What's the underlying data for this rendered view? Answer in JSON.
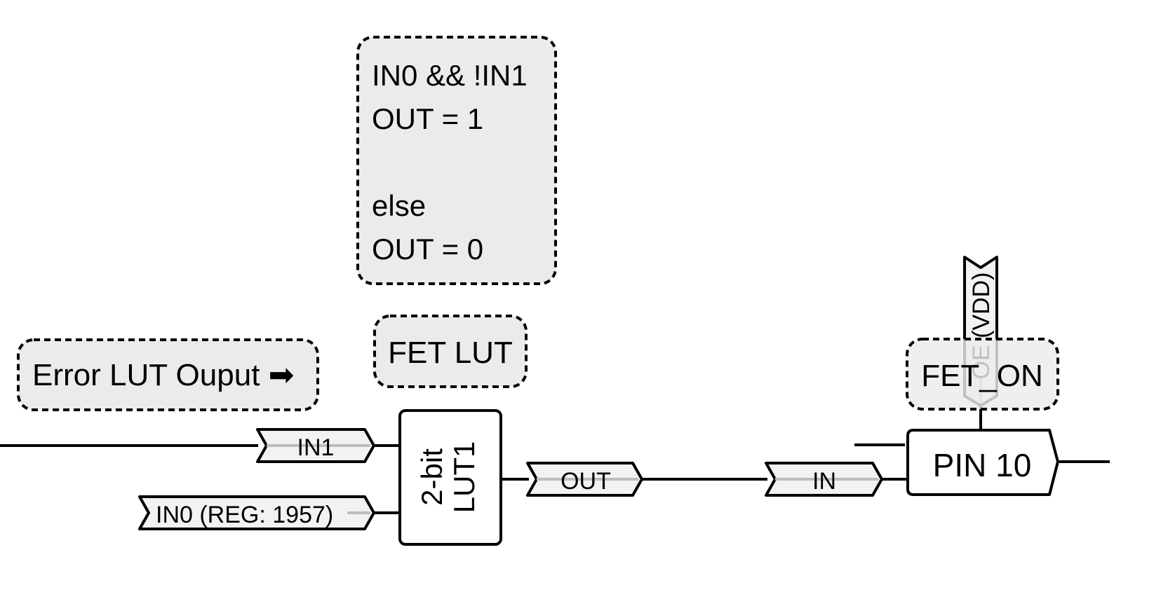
{
  "notes": {
    "logic_lines": [
      "IN0 && !IN1",
      "OUT = 1",
      "",
      "else",
      "OUT = 0"
    ],
    "fet_lut": "FET LUT",
    "error_lut": "Error LUT Ouput ➡",
    "fet_on": "FET_ON"
  },
  "lut": {
    "line1": "2-bit",
    "line2": "LUT1"
  },
  "tags": {
    "in1": "IN1",
    "in0": "IN0 (REG: 1957)",
    "out": "OUT",
    "in": "IN",
    "oe": "OE (VDD)"
  },
  "pin": {
    "label": "PIN 10"
  }
}
